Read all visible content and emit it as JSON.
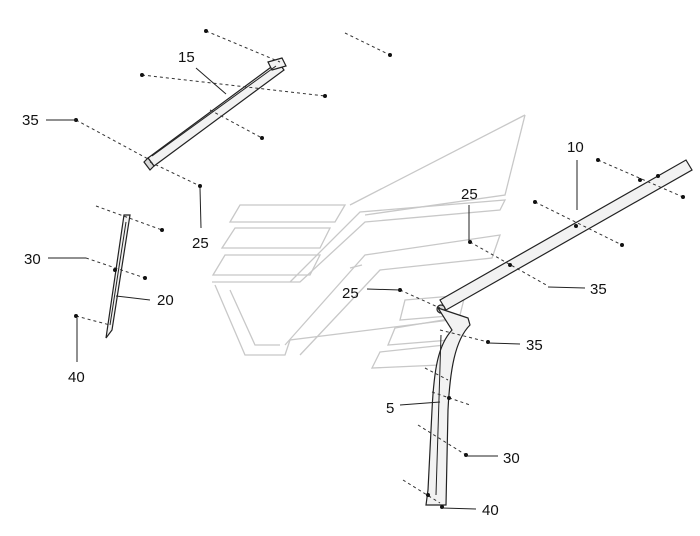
{
  "callouts": {
    "c15": "15",
    "c35_left": "35",
    "c25_left": "25",
    "c30_left": "30",
    "c20": "20",
    "c40_left": "40",
    "c10": "10",
    "c25_right_top": "25",
    "c35_right_top": "35",
    "c25_right_mid": "25",
    "c35_right_mid": "35",
    "c5": "5",
    "c30_right": "30",
    "c40_right": "40"
  },
  "colors": {
    "line": "#222222",
    "ghost_panel": "#c8c8c8",
    "background": "#ffffff"
  }
}
